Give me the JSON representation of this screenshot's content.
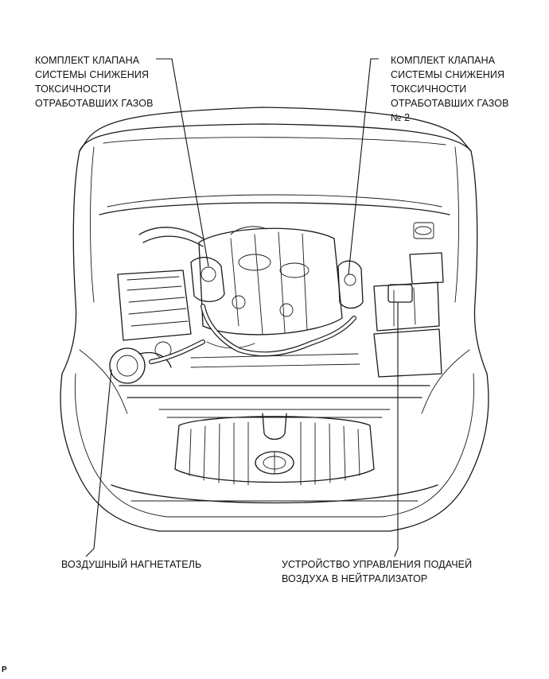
{
  "labels": {
    "egr_valve_kit": "КОМПЛЕКТ КЛАПАНА\nСИСТЕМЫ СНИЖЕНИЯ\nТОКСИЧНОСТИ\nОТРАБОТАВШИХ ГАЗОВ",
    "egr_valve_kit_2": "КОМПЛЕКТ КЛАПАНА\nСИСТЕМЫ СНИЖЕНИЯ\nТОКСИЧНОСТИ\nОТРАБОТАВШИХ ГАЗОВ\n№ 2",
    "air_pump": "ВОЗДУШНЫЙ НАГНЕТАТЕЛЬ",
    "air_injection_driver": "УСТРОЙСТВО УПРАВЛЕНИЯ ПОДАЧЕЙ\nВОЗДУХА В НЕЙТРАЛИЗАТОР"
  },
  "corner_mark": "P"
}
